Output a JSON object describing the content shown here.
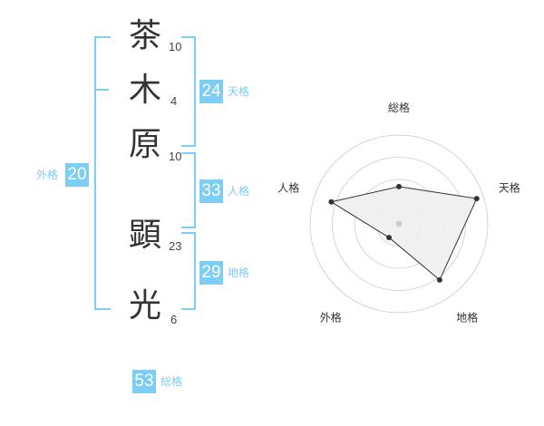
{
  "name_chars": [
    {
      "char": "茶",
      "strokes": "10"
    },
    {
      "char": "木",
      "strokes": "4"
    },
    {
      "char": "原",
      "strokes": "10"
    },
    {
      "char": "顕",
      "strokes": "23"
    },
    {
      "char": "光",
      "strokes": "6"
    }
  ],
  "fortunes": {
    "tenkaku": {
      "value": "24",
      "label": "天格"
    },
    "jinkaku": {
      "value": "33",
      "label": "人格"
    },
    "chikaku": {
      "value": "29",
      "label": "地格"
    },
    "gaikaku": {
      "value": "20",
      "label": "外格"
    },
    "soukaku": {
      "value": "53",
      "label": "総格"
    }
  },
  "colors": {
    "accent": "#7ecdf4",
    "polygon_fill": "#eeeeee",
    "grid": "#cccccc"
  },
  "chart_data": {
    "type": "radar",
    "axes": [
      "総格",
      "天格",
      "地格",
      "外格",
      "人格"
    ],
    "values": [
      0.42,
      0.92,
      0.78,
      0.19,
      0.8
    ],
    "range": [
      0,
      1
    ],
    "rings": 4
  }
}
